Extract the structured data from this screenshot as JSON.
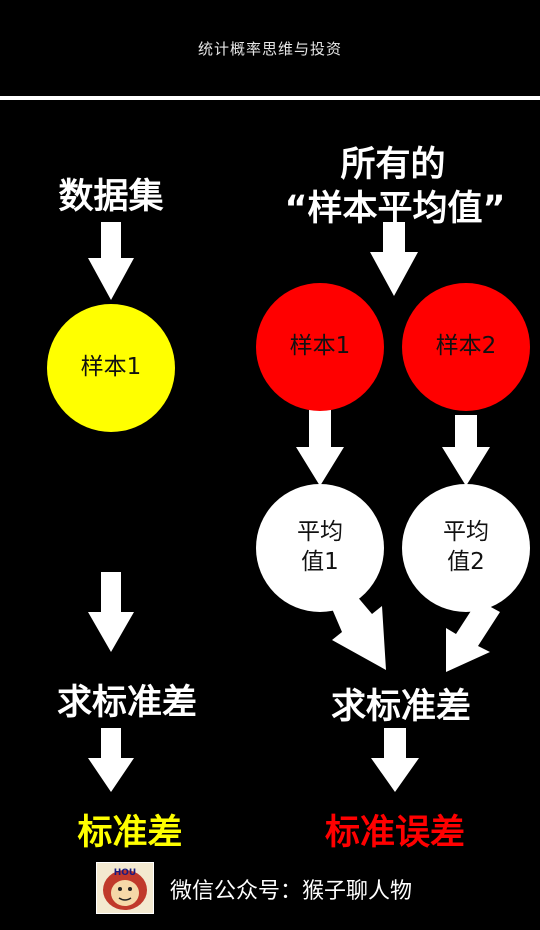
{
  "header": {
    "title": "统计概率思维与投资"
  },
  "left": {
    "top_label": "数据集",
    "sample": "样本1",
    "middle_label": "求标准差",
    "result": "标准差",
    "colors": {
      "sample_fill": "#ffff00",
      "result_text": "#ffff00"
    }
  },
  "right": {
    "top_line1": "所有的",
    "top_line2": "“样本平均值”",
    "sample1": "样本1",
    "sample2": "样本2",
    "mean1": "平均值1",
    "mean2": "平均值2",
    "middle_label": "求标准差",
    "result": "标准误差",
    "colors": {
      "sample_fill": "#ff0000",
      "mean_fill": "#ffffff",
      "result_text": "#ff0000"
    }
  },
  "footer": {
    "logo_text": "HOU",
    "text": "微信公众号：猴子聊人物"
  }
}
